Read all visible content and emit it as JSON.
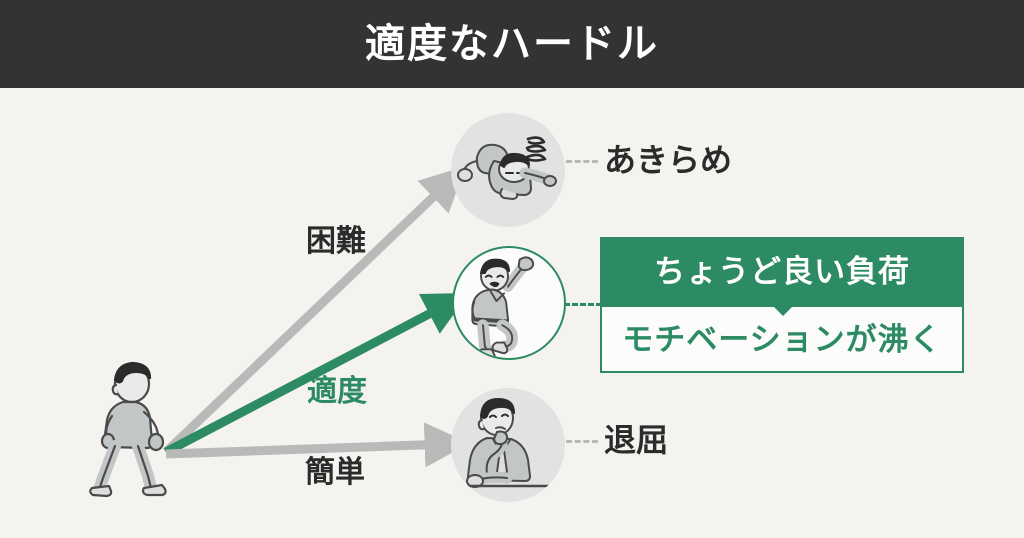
{
  "header": {
    "title": "適度なハードル"
  },
  "diagram": {
    "start": {
      "icon": "walking-person-icon",
      "description": "walking person"
    },
    "paths": [
      {
        "id": "hard",
        "label": "困難",
        "color": "#b9b9b9",
        "label_color": "#2b2b2b",
        "target": "giveup"
      },
      {
        "id": "moderate",
        "label": "適度",
        "color": "#2d8b64",
        "label_color": "#2d8b64",
        "target": "motivated"
      },
      {
        "id": "easy",
        "label": "簡単",
        "color": "#b9b9b9",
        "label_color": "#2b2b2b",
        "target": "bored"
      }
    ],
    "nodes": [
      {
        "id": "giveup",
        "icon": "collapsed-person-icon",
        "circle_style": "gray",
        "outcome_label": "あきらめ",
        "outcome_color": "#2b2b2b"
      },
      {
        "id": "motivated",
        "icon": "cheering-person-icon",
        "circle_style": "white-green-border",
        "outcome_label": "",
        "outcome_color": "#2d8b64"
      },
      {
        "id": "bored",
        "icon": "bored-person-icon",
        "circle_style": "gray",
        "outcome_label": "退屈",
        "outcome_color": "#2b2b2b"
      }
    ],
    "callout": {
      "heading": "ちょうど良い負荷",
      "body": "モチベーションが沸く",
      "heading_bg": "#2d8b64",
      "heading_color": "#ffffff",
      "body_bg": "#fcfcfc",
      "body_color": "#2d8b64"
    }
  },
  "colors": {
    "header_bg": "#333333",
    "page_bg": "#f4f3ef",
    "accent_green": "#2d8b64",
    "neutral_gray": "#b9b9b9",
    "circle_gray": "#e2e2e2",
    "text_dark": "#2b2b2b"
  }
}
